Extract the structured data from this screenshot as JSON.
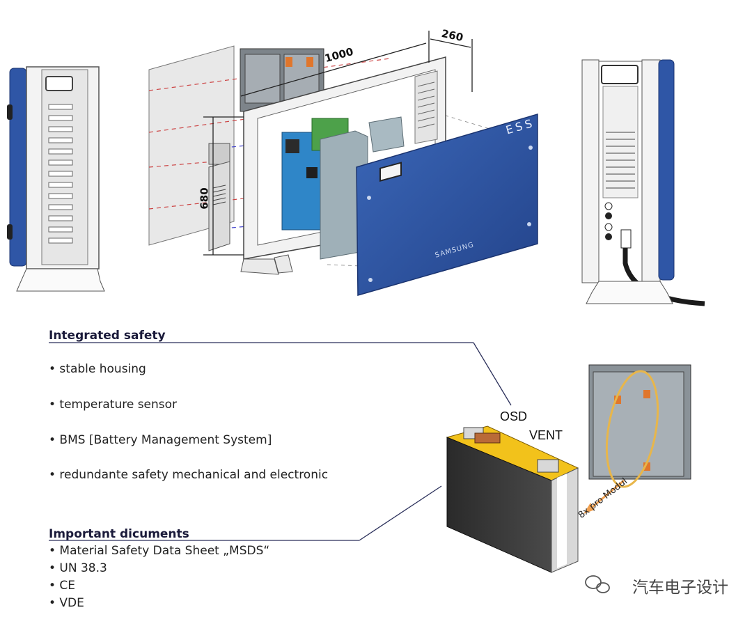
{
  "dimensions": {
    "width": "260",
    "depth": "1000",
    "height": "680"
  },
  "panel": {
    "logo": "ESS",
    "brand": "SAMSUNG"
  },
  "integrated_safety": {
    "title": "Integrated safety",
    "items": [
      "• stable housing",
      "• temperature sensor",
      "• BMS [Battery Management System]",
      "• redundante safety mechanical and electronic"
    ]
  },
  "important_documents": {
    "title": "Important dicuments",
    "items": [
      "• Material Safety Data Sheet „MSDS“",
      "• UN 38.3",
      "• CE",
      "• VDE"
    ]
  },
  "cell_labels": {
    "osd": "OSD",
    "vent": "VENT"
  },
  "module_callout": "8x pro Modul",
  "watermark": "汽车电子设计",
  "colors": {
    "panel_blue": "#2f56a6",
    "cell_yellow": "#f2c21b",
    "ring_orange": "#e8b64a",
    "callout_orange": "#f0a050"
  }
}
